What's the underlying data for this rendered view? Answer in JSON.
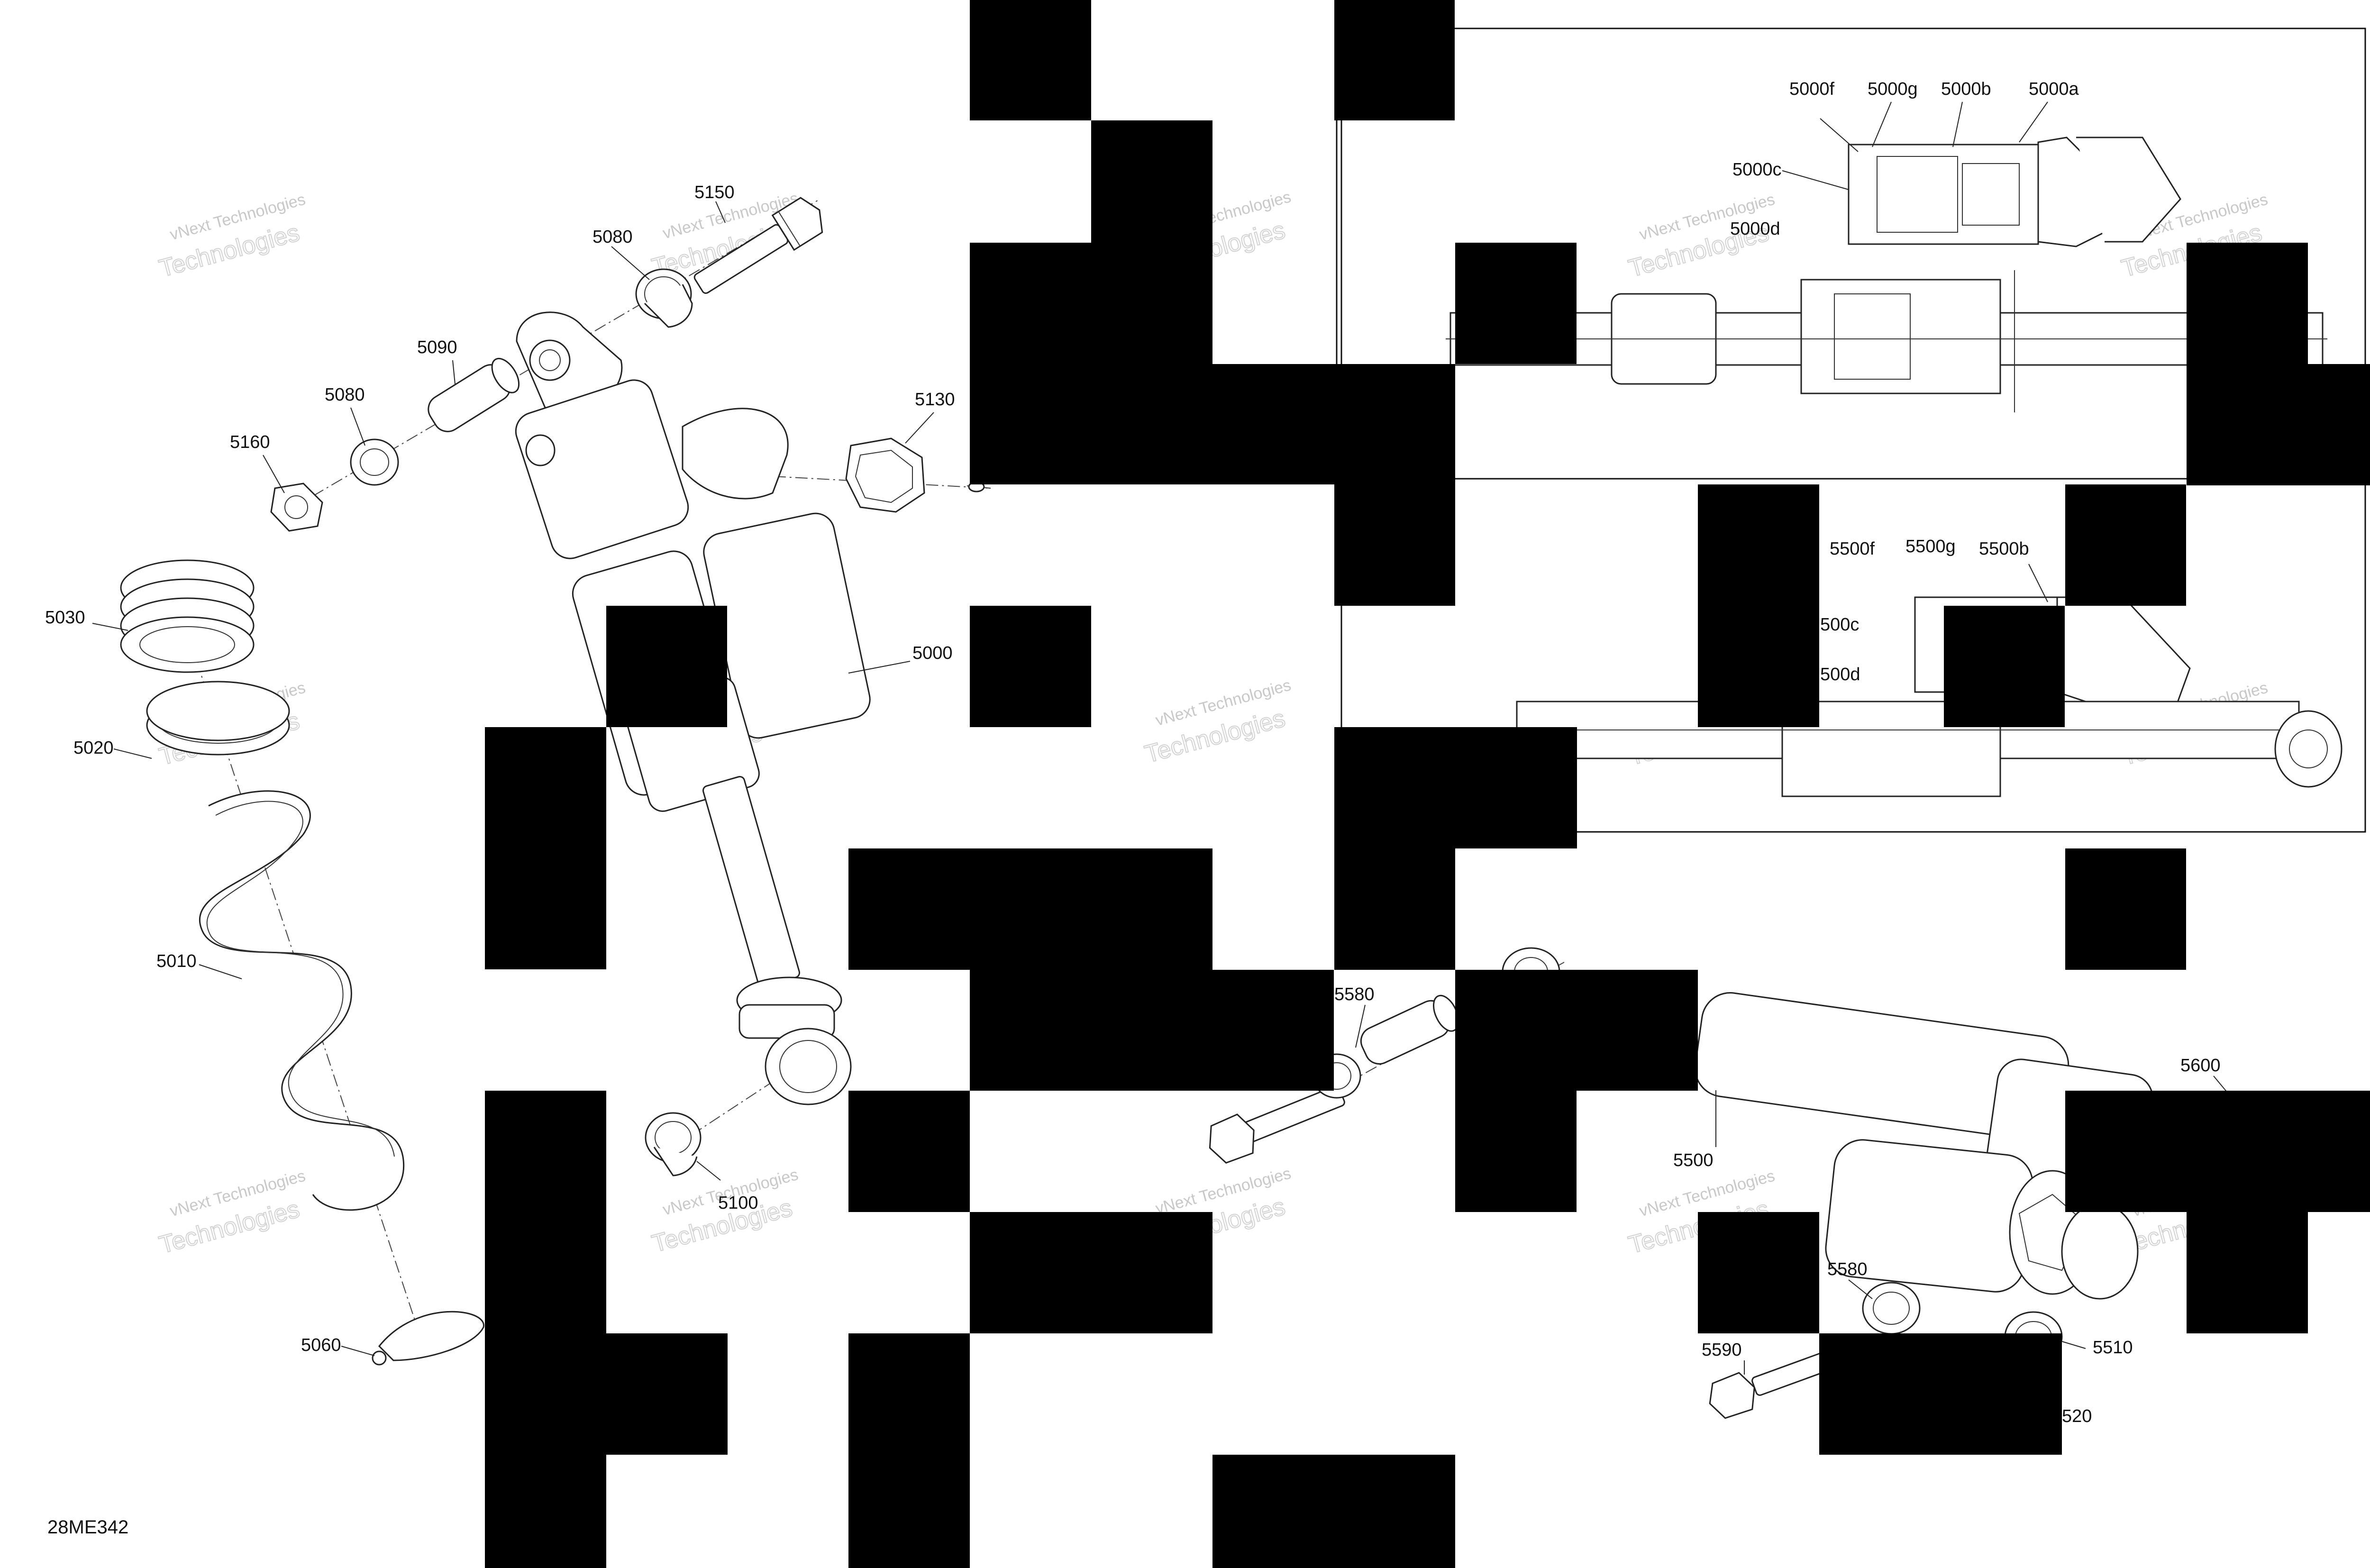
{
  "diagram": {
    "code": "28ME342",
    "watermark": {
      "line1": "vNext Technologies",
      "line2": "vNext",
      "line3": "Technologies"
    },
    "callouts": {
      "c5150": "5150",
      "c5080a": "5080",
      "c5090": "5090",
      "c5080b": "5080",
      "c5160": "5160",
      "c5130": "5130",
      "c5030": "5030",
      "c5000": "5000",
      "c5020": "5020",
      "c5010": "5010",
      "c5100": "5100",
      "c5060": "5060",
      "c5580a": "5580",
      "c5500": "5500",
      "c5600": "5600",
      "c5580b": "5580",
      "c5590": "5590",
      "c5510": "5510",
      "c5520": "520"
    },
    "detail_top": {
      "c5000f": "5000f",
      "c5000g": "5000g",
      "c5000b": "5000b",
      "c5000a": "5000a",
      "c5000c": "5000c",
      "c5000d": "5000d"
    },
    "detail_bottom": {
      "c5500f": "5500f",
      "c5500g": "5500g",
      "c5500b": "5500b",
      "c5500c": "500c",
      "c5500d": "500d"
    }
  }
}
